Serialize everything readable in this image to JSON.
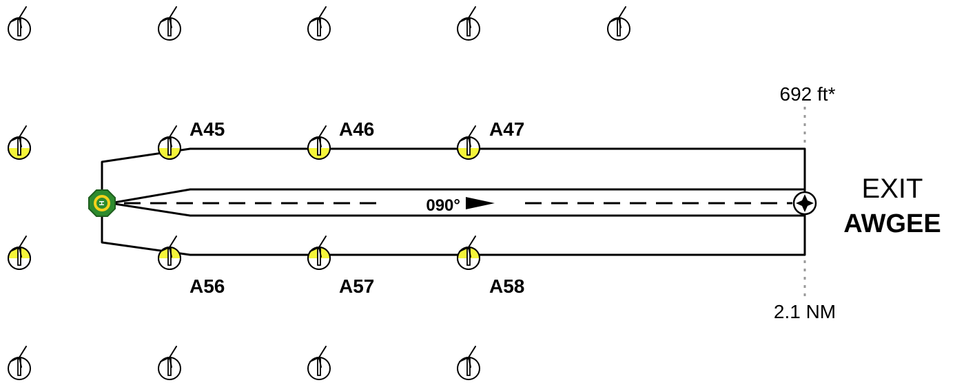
{
  "colors": {
    "line": "#000000",
    "turbine_highlight": "#f5f53a",
    "helipad_fill": "#2e8b2e",
    "helipad_mark": "#f5d21a"
  },
  "icons": {
    "turbine": "wind-turbine-icon",
    "helipad": "helipad-icon",
    "exit_fix": "waypoint-diamond-icon"
  },
  "course": {
    "label": "090°"
  },
  "exit": {
    "line1": "EXIT",
    "line2": "AWGEE"
  },
  "annotations": {
    "height": "692 ft*",
    "distance": "2.1 NM"
  },
  "turbine_labels": {
    "top": [
      "A45",
      "A46",
      "A47"
    ],
    "bottom": [
      "A56",
      "A57",
      "A58"
    ]
  },
  "turbine_rows": [
    {
      "row": "top-edge",
      "count": 5,
      "highlight": "none"
    },
    {
      "row": "upper-route",
      "count": 4,
      "highlight": "bottom-half"
    },
    {
      "row": "lower-route",
      "count": 4,
      "highlight": "top-half"
    },
    {
      "row": "bottom-edge",
      "count": 4,
      "highlight": "none"
    }
  ]
}
